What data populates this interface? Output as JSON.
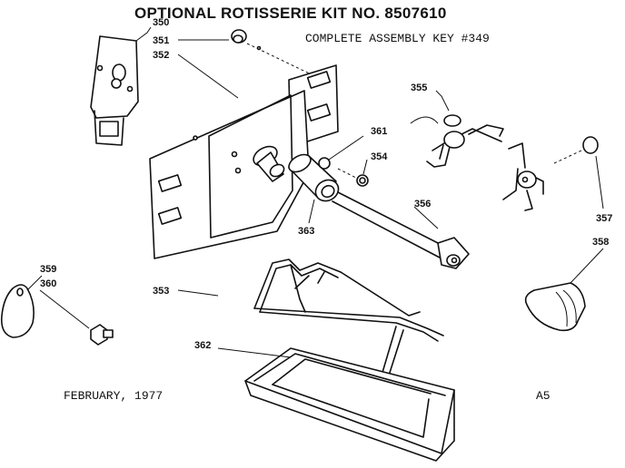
{
  "header": {
    "title": "OPTIONAL ROTISSERIE KIT NO. 8507610",
    "assembly_key": "COMPLETE ASSEMBLY KEY #349"
  },
  "footer": {
    "date": "FEBRUARY, 1977",
    "page_code": "A5"
  },
  "callouts": [
    "350",
    "351",
    "352",
    "355",
    "361",
    "354",
    "356",
    "357",
    "358",
    "359",
    "360",
    "363",
    "353",
    "362"
  ]
}
